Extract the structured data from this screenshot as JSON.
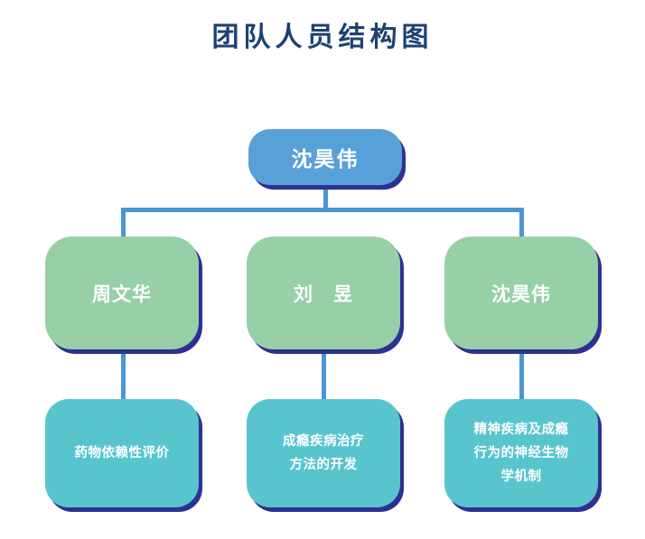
{
  "title": "团队人员结构图",
  "colors": {
    "title_text": "#1c4273",
    "root_fill": "#58a0d8",
    "member_fill": "#97cfa7",
    "focus_fill": "#58c5ce",
    "node_shadow": "#2e3192",
    "connector": "#4a96d4",
    "node_text": "#ffffff"
  },
  "org_chart": {
    "root": {
      "name": "沈昊伟"
    },
    "members": [
      {
        "name": "周文华",
        "focus_lines": [
          "药物依赖性评价"
        ]
      },
      {
        "name": "刘　昱",
        "focus_lines": [
          "成瘾疾病治疗",
          "方法的开发"
        ]
      },
      {
        "name": "沈昊伟",
        "focus_lines": [
          "精神疾病及成瘾",
          "行为的神经生物",
          "学机制"
        ]
      }
    ]
  }
}
